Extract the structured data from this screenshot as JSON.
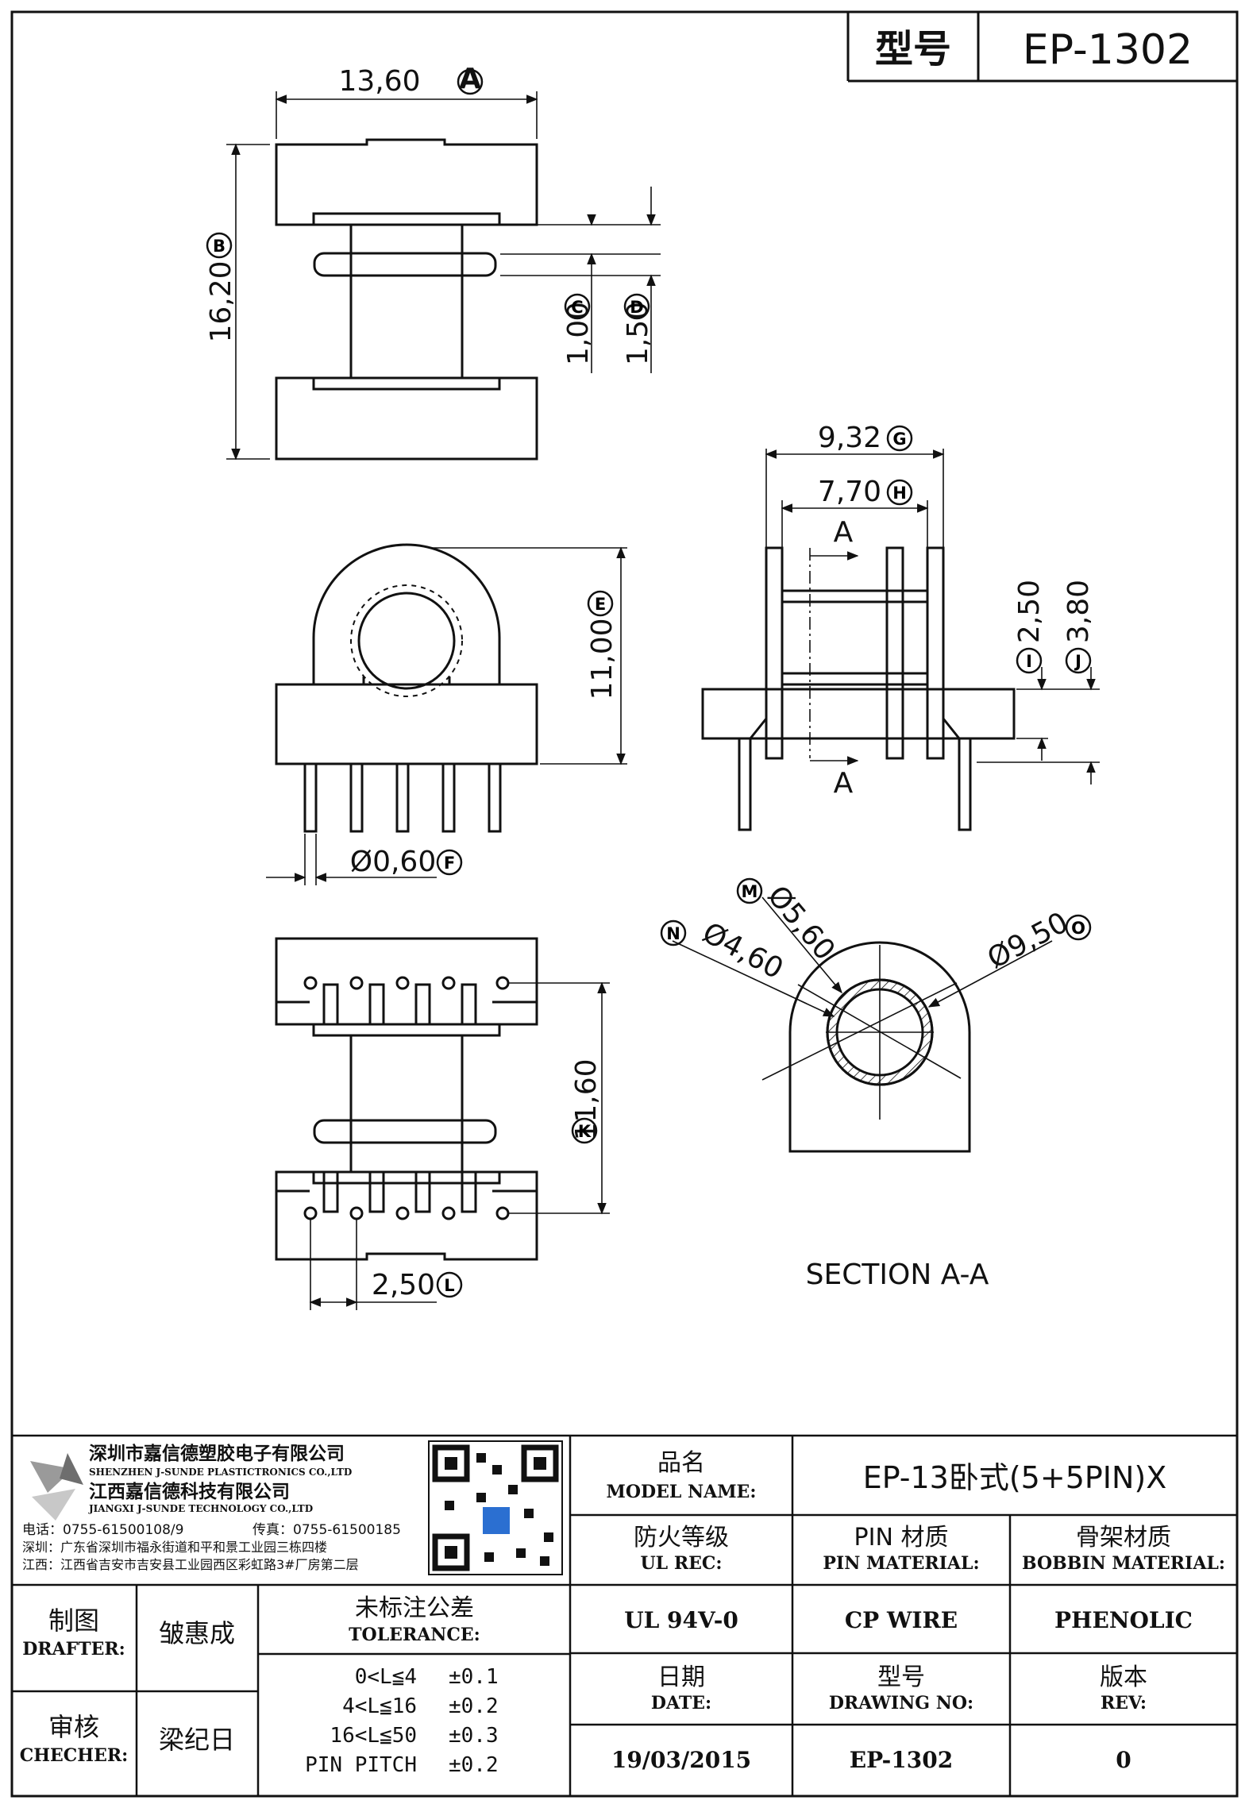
{
  "header": {
    "type_label": "型号",
    "model_code": "EP-1302"
  },
  "dimensions": {
    "A": "13,60",
    "B": "16,20",
    "C": "1,00",
    "D": "1,50",
    "E": "11,00",
    "F": "Ø0,60",
    "G": "9,32",
    "H": "7,70",
    "I": "2,50",
    "J": "3,80",
    "K": "11,60",
    "L": "2,50",
    "M": "Ø5,60",
    "N": "Ø4,60",
    "O": "Ø9,50"
  },
  "section": {
    "cut_label": "A",
    "title": "SECTION  A-A"
  },
  "company": {
    "name_cn": "深圳市嘉信德塑胶电子有限公司",
    "name_en": "SHENZHEN J-SUNDE PLASTICTRONICS CO.,LTD",
    "name2_cn": "江西嘉信德科技有限公司",
    "name2_en": "JIANGXI J-SUNDE TECHNOLOGY CO.,LTD",
    "phone": "电话：0755-61500108/9",
    "fax": "传真：0755-61500185",
    "addr_sz": "深圳：广东省深圳市福永街道和平和景工业园三栋四楼",
    "addr_jx": "江西：江西省吉安市吉安县工业园西区彩虹路3#厂房第二层"
  },
  "title_block": {
    "model_name_cn": "品名",
    "model_name_en": "MODEL NAME:",
    "model_name_value": "EP-13卧式(5+5PIN)X",
    "ul_cn": "防火等级",
    "ul_en": "UL REC:",
    "pin_cn": "PIN 材质",
    "pin_en": "PIN MATERIAL:",
    "bobbin_cn": "骨架材质",
    "bobbin_en": "BOBBIN MATERIAL:",
    "ul_value": "UL 94V-0",
    "pin_value": "CP WIRE",
    "bobbin_value": "PHENOLIC",
    "date_cn": "日期",
    "date_en": "DATE:",
    "drawing_cn": "型号",
    "drawing_en": "DRAWING NO:",
    "rev_cn": "版本",
    "rev_en": "REV:",
    "date_value": "19/03/2015",
    "drawing_value": "EP-1302",
    "rev_value": "0",
    "drafter_cn": "制图",
    "drafter_en": "DRAFTER:",
    "drafter_name": "皱惠成",
    "checker_cn": "审核",
    "checker_en": "CHECHER:",
    "checker_name": "梁纪日",
    "tolerance_cn": "未标注公差",
    "tolerance_en": "TOLERANCE:",
    "tolerances": [
      {
        "range": "0<L≦4",
        "value": "±0.1"
      },
      {
        "range": "4<L≦16",
        "value": "±0.2"
      },
      {
        "range": "16<L≦50",
        "value": "±0.3"
      },
      {
        "range": "PIN PITCH",
        "value": "±0.2"
      }
    ]
  }
}
